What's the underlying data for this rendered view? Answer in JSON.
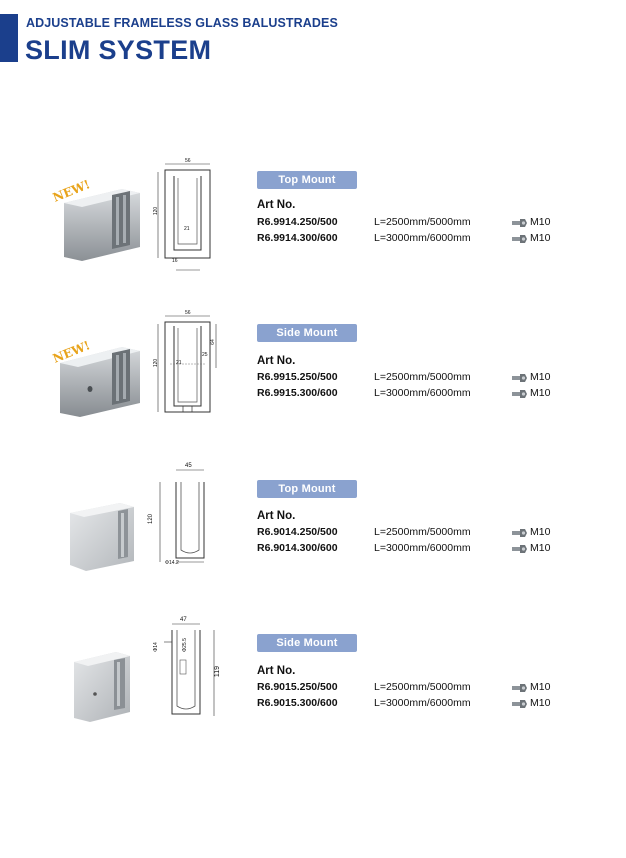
{
  "header": {
    "line1_a": "ADJUSTABLE",
    "line1_b": "FRAMELESS GLASS BALUSTRADES",
    "line2": "SLIM SYSTEM"
  },
  "products": [
    {
      "mount": "Top Mount",
      "artno_label": "Art No.",
      "is_new": true,
      "new_label": "NEW!",
      "dims": {
        "width": "56",
        "height": "120",
        "gap": "21",
        "base": "16"
      },
      "rows": [
        {
          "code": "R6.9914.250/500",
          "length": "L=2500mm/5000mm",
          "bolt": "M10"
        },
        {
          "code": "R6.9914.300/600",
          "length": "L=3000mm/6000mm",
          "bolt": "M10"
        }
      ]
    },
    {
      "mount": "Side Mount",
      "artno_label": "Art No.",
      "is_new": true,
      "new_label": "NEW!",
      "dims": {
        "width": "56",
        "height": "120",
        "gap": "21",
        "side": "64",
        "slot": "25"
      },
      "rows": [
        {
          "code": "R6.9915.250/500",
          "length": "L=2500mm/5000mm",
          "bolt": "M10"
        },
        {
          "code": "R6.9915.300/600",
          "length": "L=3000mm/6000mm",
          "bolt": "M10"
        }
      ]
    },
    {
      "mount": "Top Mount",
      "artno_label": "Art No.",
      "is_new": false,
      "dims": {
        "width": "45",
        "height": "120",
        "hole": "Φ14.2"
      },
      "rows": [
        {
          "code": "R6.9014.250/500",
          "length": "L=2500mm/5000mm",
          "bolt": "M10"
        },
        {
          "code": "R6.9014.300/600",
          "length": "L=3000mm/6000mm",
          "bolt": "M10"
        }
      ]
    },
    {
      "mount": "Side Mount",
      "artno_label": "Art No.",
      "is_new": false,
      "dims": {
        "width": "47",
        "height": "119",
        "hole_a": "Φ14",
        "hole_b": "Φ25.5"
      },
      "rows": [
        {
          "code": "R6.9015.250/500",
          "length": "L=2500mm/5000mm",
          "bolt": "M10"
        },
        {
          "code": "R6.9015.300/600",
          "length": "L=3000mm/6000mm",
          "bolt": "M10"
        }
      ]
    }
  ],
  "colors": {
    "brand": "#1b3f8c",
    "badge": "#8aa2cf"
  }
}
